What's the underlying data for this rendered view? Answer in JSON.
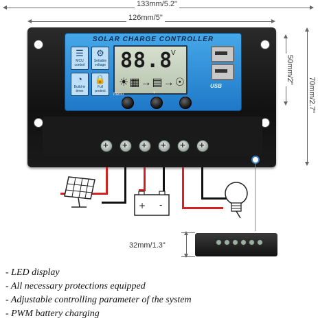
{
  "dimensions": {
    "overall_width": "133mm/5.2\"",
    "panel_width": "126mm/5\"",
    "overall_height": "70mm/2.7\"",
    "panel_height": "50mm/2\"",
    "depth": "32mm/1.3\""
  },
  "controller": {
    "title": "SOLAR CHARGE CONTROLLER",
    "lcd_value": "88.8",
    "lcd_unit": "V",
    "lcd_icons": "☀▦→▤→☉",
    "usb_label": "USB",
    "mode_buttons": [
      {
        "glyph": "☰",
        "label": "MCU control"
      },
      {
        "glyph": "⚙",
        "label": "Settable voltage"
      },
      {
        "glyph": "◔",
        "label": "Build-in timer"
      },
      {
        "glyph": "🔒",
        "label": "Full protect"
      }
    ],
    "buttons": [
      {
        "label": "Menu"
      },
      {
        "label": "+"
      },
      {
        "label": "-"
      }
    ]
  },
  "features": [
    "- LED display",
    "- All necessary protections equipped",
    "- Adjustable controlling parameter of the system",
    "- PWM battery charging"
  ],
  "colors": {
    "panel_blue": "#2a8ad8",
    "wire_red": "#d32222",
    "wire_black": "#111111",
    "body_dark": "#1a1a1a"
  }
}
